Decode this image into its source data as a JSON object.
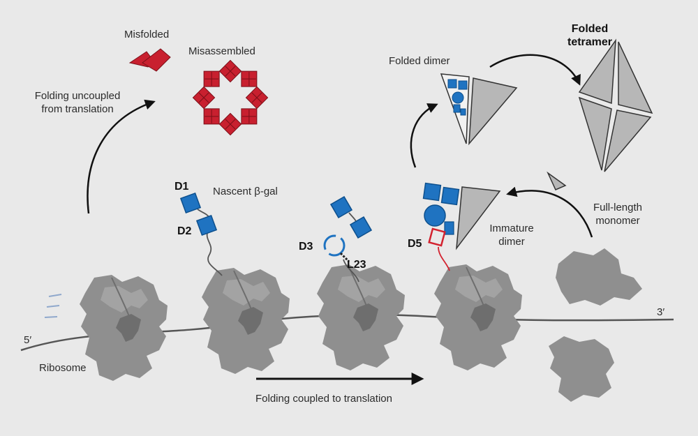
{
  "labels": {
    "misfolded": "Misfolded",
    "misassembled": "Misassembled",
    "folding_uncoupled": [
      "Folding uncoupled",
      "from translation"
    ],
    "folded_dimer": "Folded dimer",
    "folded_tetramer": [
      "Folded",
      "tetramer"
    ],
    "nascent": "Nascent β-gal",
    "d1": "D1",
    "d2": "D2",
    "d3": "D3",
    "l23": "L23",
    "d5": "D5",
    "immature_dimer": [
      "Immature",
      "dimer"
    ],
    "full_length_monomer": [
      "Full-length",
      "monomer"
    ],
    "five_prime": "5′",
    "three_prime": "3′",
    "ribosome": "Ribosome",
    "folding_coupled": "Folding coupled to translation"
  },
  "colors": {
    "background": "#e9e9e9",
    "ribosome": "#8f8f8f",
    "ribosome_dark": "#6e6e6e",
    "mrna": "#555555",
    "domain_blue": "#1f73c1",
    "misfolded_red": "#c8202f",
    "d5_red": "#d3222f",
    "triangle_grey": "#b7b7b7",
    "arrow": "#111111"
  }
}
